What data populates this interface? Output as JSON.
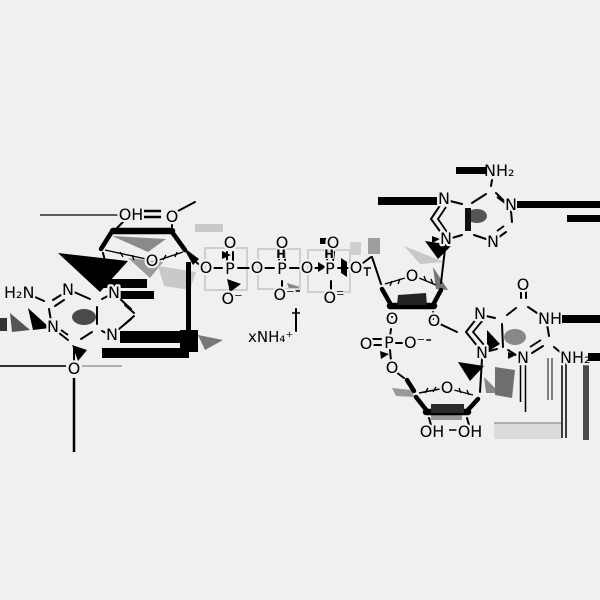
{
  "figure": {
    "type": "chemical-structure-drawing",
    "background_color": "#f0f0f0",
    "ink_color": "#000000",
    "artifact_gray": "#777777",
    "artifact_light_gray": "#d9d9d9"
  },
  "labels": {
    "h2n": "H₂N",
    "m7g_n3": "N",
    "m7g_n1": "N",
    "m7g_n9": "N",
    "m7g_n7": "N",
    "m7g_o6": "O",
    "sugl_oh": "OH",
    "sugl_ome_o": "O",
    "sugl_ring_o": "O",
    "tp_o_bridge1": "O",
    "tp_p1": "P",
    "tp_p1_o_top": "O",
    "tp_p1_o_minus": "O⁻",
    "tp_o_bridge2": "O",
    "tp_p2": "P",
    "tp_p2_o_top": "O",
    "tp_p2_o_minus": "O⁻",
    "tp_o_bridge3": "O",
    "tp_p3": "P",
    "tp_p3_o_top": "O",
    "tp_p3_o_minus": "O⁻",
    "tp_o_bridge4": "O",
    "tp_h_glitch2": "H",
    "tp_h_glitch3": "H",
    "counterion": "xNH₄⁺",
    "ado_ring_o": "O",
    "ado_o3": "O",
    "ado_o2": "O",
    "ade_nh2": "NH₂",
    "ade_n7": "N",
    "ade_n9": "N",
    "ade_n1": "N",
    "ade_n3": "N",
    "pd_o_dbl": "O",
    "pd_p": "P",
    "pd_o_minus": "O⁻",
    "pd_o_bridge": "O",
    "guo_ring_o": "O",
    "guo_oh3": "OH",
    "guo_oh2": "OH",
    "gua_o6": "O",
    "gua_n7": "N",
    "gua_n1h": "NH",
    "gua_n9": "N",
    "gua_n3": "N",
    "gua_nh2": "NH₂"
  }
}
